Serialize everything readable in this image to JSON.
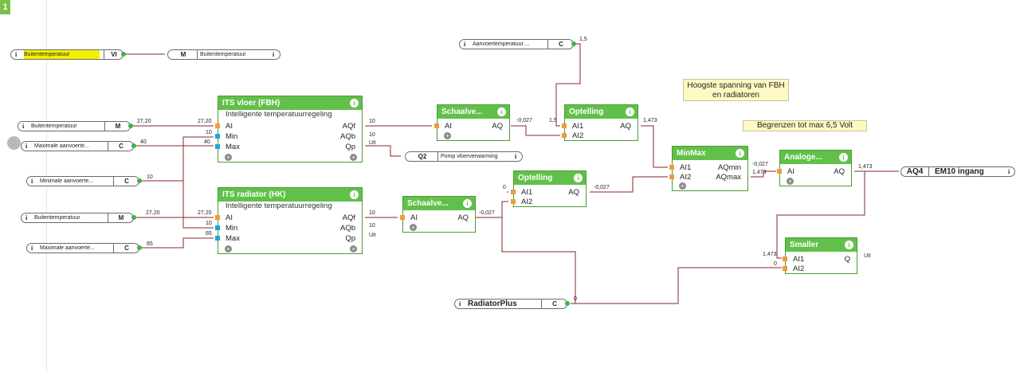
{
  "page_marker": "1",
  "terminals": {
    "buiten_vi": {
      "name": "Buitentemperatuur",
      "type": "VI"
    },
    "buiten_m_top": {
      "type": "M",
      "name": "Buitentemperatuur"
    },
    "aanvoer_c": {
      "name": "Aanvoertemperatuur ...",
      "type": "C"
    },
    "buiten_m_1": {
      "name": "Buitentemperatuur",
      "type": "M"
    },
    "max_c_1": {
      "name": "Maximale aanvoerte...",
      "type": "C"
    },
    "min_c": {
      "name": "Minimale aanvoerte...",
      "type": "C"
    },
    "buiten_m_2": {
      "name": "Buitentemperatuur",
      "type": "M"
    },
    "max_c_2": {
      "name": "Maximale aanvoerte...",
      "type": "C"
    },
    "q2": {
      "type": "Q2",
      "name": "Pomp vloerverwarming"
    },
    "radiatorplus": {
      "name": "RadiatorPlus",
      "type": "C"
    },
    "aq4": {
      "type": "AQ4",
      "name": "EM10 ingang"
    }
  },
  "blocks": {
    "its_vloer": {
      "title": "ITS vloer (FBH)",
      "subtitle": "Intelligente temperatuurregeling",
      "in": [
        "AI",
        "Min",
        "Max"
      ],
      "out": [
        "AQf",
        "AQb",
        "Qp"
      ]
    },
    "its_radiator": {
      "title": "ITS radiator (HK)",
      "subtitle": "Intelligente temperatuurregeling",
      "in": [
        "AI",
        "Min",
        "Max"
      ],
      "out": [
        "AQf",
        "AQb",
        "Qp"
      ]
    },
    "schaal1": {
      "title": "Schaalve...",
      "in": "AI",
      "out": "AQ"
    },
    "schaal2": {
      "title": "Schaalve...",
      "in": "AI",
      "out": "AQ"
    },
    "optel1": {
      "title": "Optelling",
      "in1": "AI1",
      "in2": "AI2",
      "out": "AQ"
    },
    "optel2": {
      "title": "Optelling",
      "in1": "AI1",
      "in2": "AI2",
      "out": "AQ"
    },
    "minmax": {
      "title": "MinMax",
      "in1": "AI1",
      "in2": "AI2",
      "out1": "AQmin",
      "out2": "AQmax"
    },
    "analog": {
      "title": "Analoge...",
      "in": "AI",
      "out": "AQ"
    },
    "smaller": {
      "title": "Smaller",
      "in1": "AI1",
      "in2": "AI2",
      "out": "Q"
    }
  },
  "notes": {
    "hoogste": "Hoogste spanning van FBH en radiatoren",
    "begrenzen": "Begrenzen tot max 6,5 Volt"
  },
  "wire_labels": {
    "v2720a": "27,20",
    "v2720b": "27,20",
    "v40a": "40",
    "v40b": "40",
    "v10min": "10",
    "v10out1": "10",
    "v10out2": "10",
    "uit1": "Uit",
    "v2720c": "27,20",
    "v2720d": "27,20",
    "v10min2": "10",
    "v65a": "65",
    "v65b": "65",
    "v10out3": "10",
    "v10out4": "10",
    "uit2": "Uit",
    "s1out": "-0,027",
    "s2out": "-0,027",
    "c15a": "1,5",
    "c15b": "1,5",
    "opt1out": "1,473",
    "opt2in": "0",
    "opt2out": "-0,027",
    "mmmin": "-0,027",
    "mmmax": "1,473",
    "anout": "1,473",
    "sm1": "1,473",
    "sm2": "0",
    "smout": "Uit",
    "rp": "0"
  }
}
